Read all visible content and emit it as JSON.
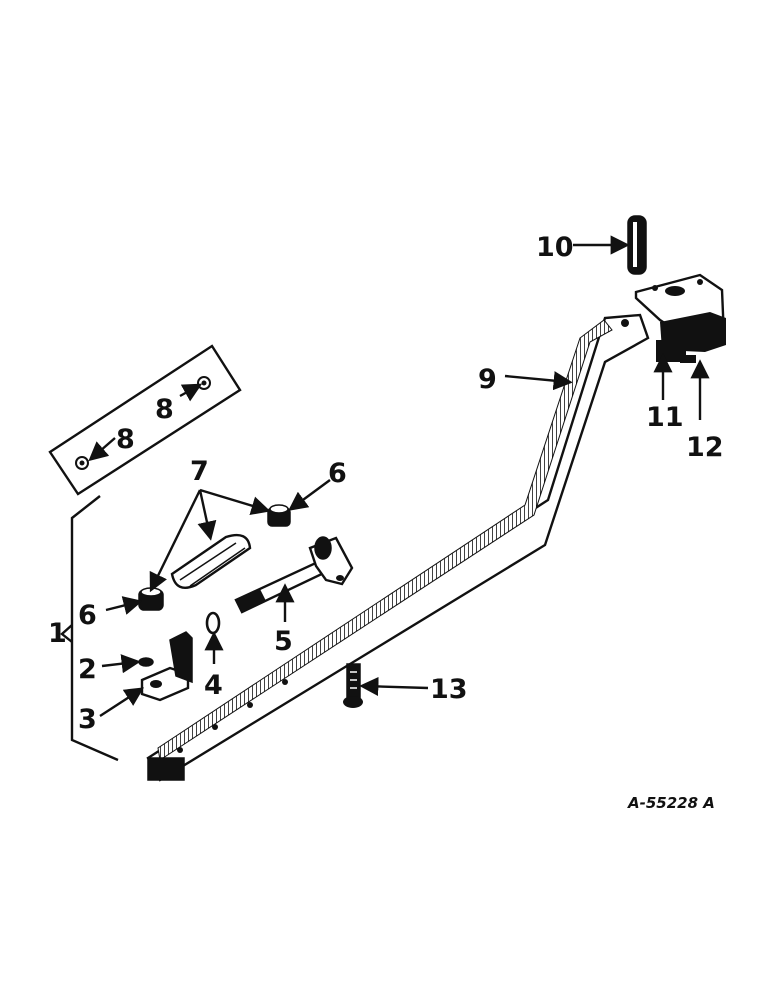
{
  "callouts": {
    "c1": "1",
    "c2": "2",
    "c3": "3",
    "c4": "4",
    "c5": "5",
    "c6a": "6",
    "c6b": "6",
    "c7": "7",
    "c8a": "8",
    "c8b": "8",
    "c9": "9",
    "c10": "10",
    "c11": "11",
    "c12": "12",
    "c13": "13"
  },
  "figure_code": "A-55228 A"
}
